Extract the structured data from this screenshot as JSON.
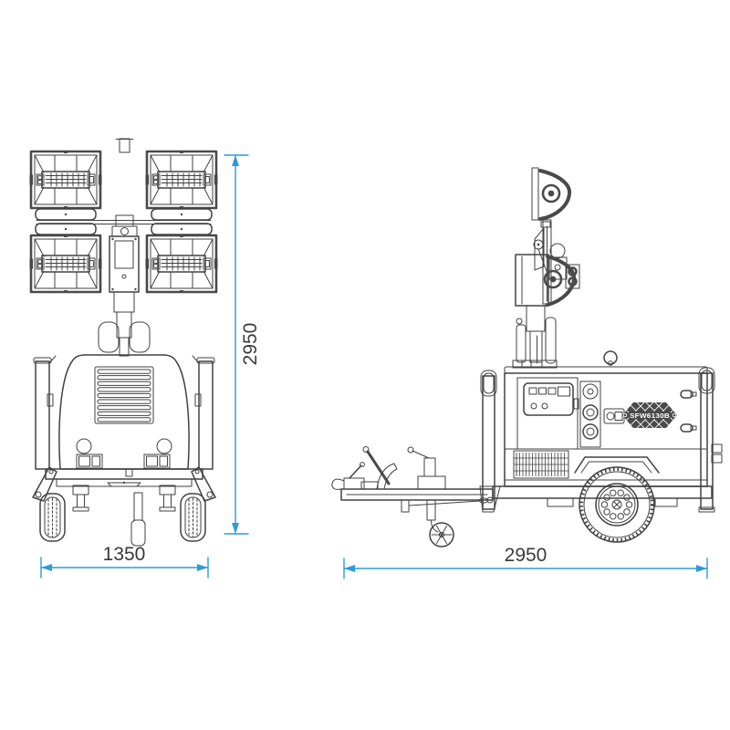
{
  "drawing": {
    "kind": "technical-line-drawing",
    "subject": "mobile light tower trailer, front and side orthographic views",
    "model_badge": "SFW6130B",
    "dimensions": {
      "front_height": {
        "value": "2950",
        "orientation": "vertical"
      },
      "front_width": {
        "value": "1350",
        "orientation": "horizontal"
      },
      "side_length": {
        "value": "2950",
        "orientation": "horizontal"
      }
    },
    "colors": {
      "dimension_line": "#2E9BD8",
      "line_art": "#424242",
      "dark_accent": "#4a4a4a",
      "dimension_text": "#3a3a3a",
      "background": "#ffffff"
    }
  }
}
